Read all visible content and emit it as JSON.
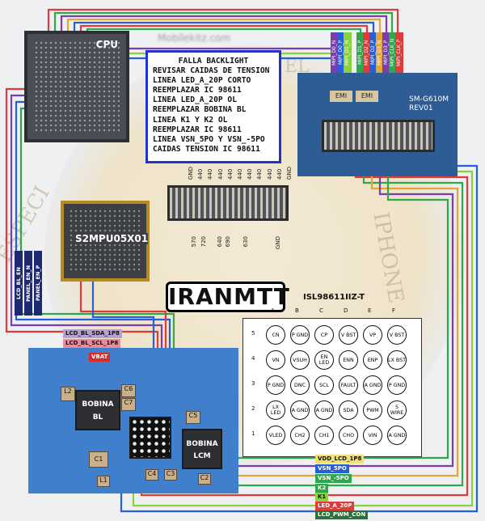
{
  "watermark": {
    "left_text": "ESPECI",
    "right_text": "IPHONE",
    "top_text": "EL"
  },
  "site": "Mobilekitz.com",
  "cpu": {
    "label": "CPU"
  },
  "pmic": {
    "label": "S2MPU05X01"
  },
  "note": {
    "title": "FALLA BACKLIGHT",
    "lines": [
      "REVISAR CAIDAS DE TENSION",
      "LINEA LED_A_20P CORTO",
      "REEMPLAZAR IC 98611",
      "LINEA LED_A_20P OL",
      "REEMPLAZAR BOBINA BL",
      "LINEA K1 Y K2 OL",
      "REEMPLAZAR IC 98611",
      "LINEA VSN_5PO Y VSN_-5PO",
      "CAIDAS TENSION IC 98611"
    ]
  },
  "board": {
    "label1": "SM-G610M",
    "label2": "REV01",
    "emi1": "EMI",
    "emi2": "EMI"
  },
  "mipi": [
    "MIPI_D0_N",
    "MIPI_D0_P",
    "MIPI_D1_N",
    "MIPI_D1_P",
    "MIPI_D2_N",
    "MIPI_D2_P",
    "MIPI_D3_N",
    "MIPI_D3_P",
    "MIPI_CLK_N",
    "MIPI_CLK_P"
  ],
  "left_nets": [
    "LCD_BL_EN",
    "PANEL_EN_N",
    "PANEL_EN_P"
  ],
  "conn_top_pins": [
    "GND",
    "440",
    "440",
    "440",
    "440",
    "440",
    "440",
    "440",
    "440",
    "440",
    "GND"
  ],
  "conn_bot_pins": [
    "570",
    "720",
    "640",
    "690",
    "630",
    "GND"
  ],
  "logo": "IRANMTT",
  "ic_name": "ISL98611IIZ-T",
  "bga": {
    "cols": [
      "A",
      "B",
      "C",
      "D",
      "E",
      "F"
    ],
    "rows": [
      "5",
      "4",
      "3",
      "2",
      "1"
    ],
    "balls": [
      [
        "CN",
        "P GND",
        "CP",
        "V BST",
        "VP",
        "V BST"
      ],
      [
        "VN",
        "VSUH",
        "EN LED",
        "ENN",
        "ENP",
        "LX BST"
      ],
      [
        "P GND",
        "DNC",
        "SCL",
        "FAULT",
        "A GND",
        "P GND"
      ],
      [
        "LX LED",
        "A GND",
        "A GND",
        "SDA",
        "PWM",
        "S WIRE"
      ],
      [
        "VLED",
        "CH2",
        "CH1",
        "CHO",
        "VIN",
        "A GND"
      ]
    ]
  },
  "bottom_board": {
    "bobina_bl": "BOBINA BL",
    "bobina_lcm": "BOBINA LCM",
    "caps": [
      "L2",
      "C6",
      "C7",
      "C5",
      "C1",
      "L1",
      "C4",
      "C3",
      "C2"
    ],
    "nets": {
      "sda": "LCD_BL_SDA_1P8",
      "scl": "LCD_BL_SCL_1P8",
      "vbat": "VBAT"
    }
  },
  "bottom_nets": [
    "VDD_LCD_1P8",
    "VSN_5PO",
    "VSN_-5PO",
    "K2",
    "K1",
    "LED_A_20P",
    "LCD_PWM_CON"
  ],
  "colors": {
    "board": "#3f7fcb",
    "note_border": "#2233cc",
    "wire_red": "#e03a3a",
    "wire_green": "#2ea84a",
    "wire_purple": "#7a3db0",
    "wire_blue": "#2560d8",
    "wire_lime": "#8bd13a",
    "wire_orange": "#e7a531"
  }
}
